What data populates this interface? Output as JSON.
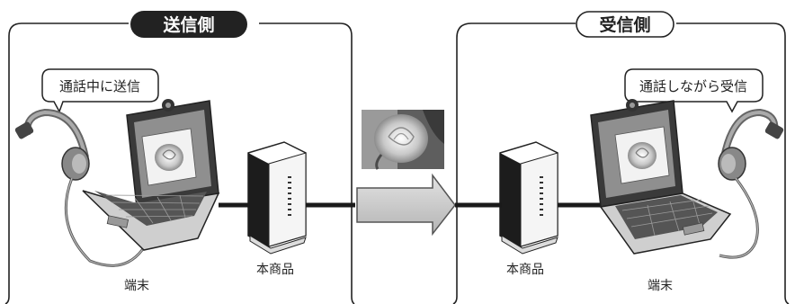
{
  "sender": {
    "title": "送信側",
    "speech": "通話中に送信",
    "terminal_label": "端末",
    "device_label": "本商品"
  },
  "receiver": {
    "title": "受信側",
    "speech": "通話しながら受信",
    "terminal_label": "端末",
    "device_label": "本商品"
  },
  "icons": {
    "photo": "rose-photo-icon",
    "headset": "headset-icon",
    "laptop": "laptop-icon",
    "router": "router-icon",
    "arrow": "transfer-arrow-icon"
  }
}
